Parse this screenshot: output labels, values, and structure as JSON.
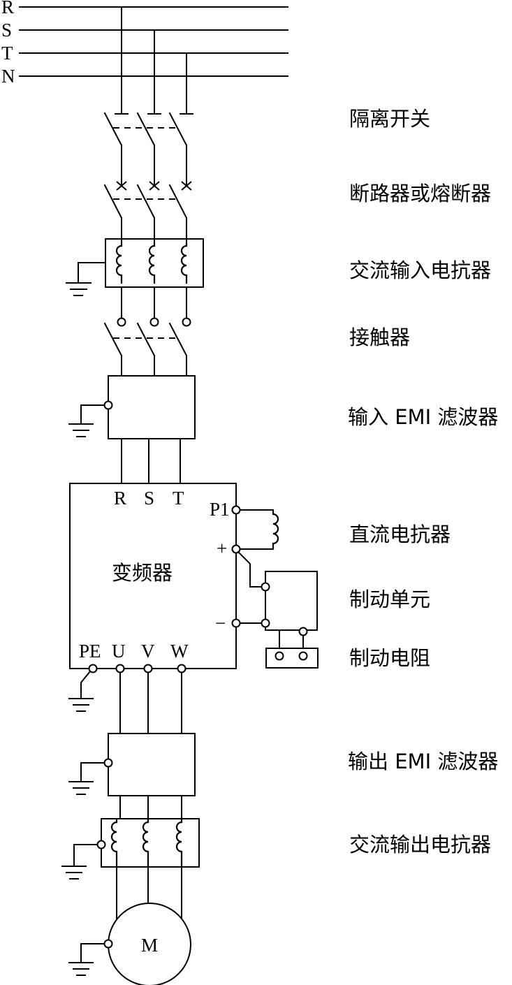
{
  "bus_labels": {
    "r": "R",
    "s": "S",
    "t": "T",
    "n": "N"
  },
  "components": {
    "isolating_switch": "隔离开关",
    "breaker_or_fuse": "断路器或熔断器",
    "ac_input_reactor": "交流输入电抗器",
    "contactor": "接触器",
    "input_emi_filter": "输入 EMI 滤波器",
    "dc_reactor": "直流电抗器",
    "braking_unit": "制动单元",
    "braking_resistor": "制动电阻",
    "output_emi_filter": "输出 EMI 滤波器",
    "ac_output_reactor": "交流输出电抗器"
  },
  "inverter": {
    "title": "变频器",
    "terminals": {
      "r": "R",
      "s": "S",
      "t": "T",
      "p1": "P1",
      "plus": "+",
      "minus": "−",
      "pe": "PE",
      "u": "U",
      "v": "V",
      "w": "W"
    }
  },
  "motor": {
    "label": "M"
  }
}
